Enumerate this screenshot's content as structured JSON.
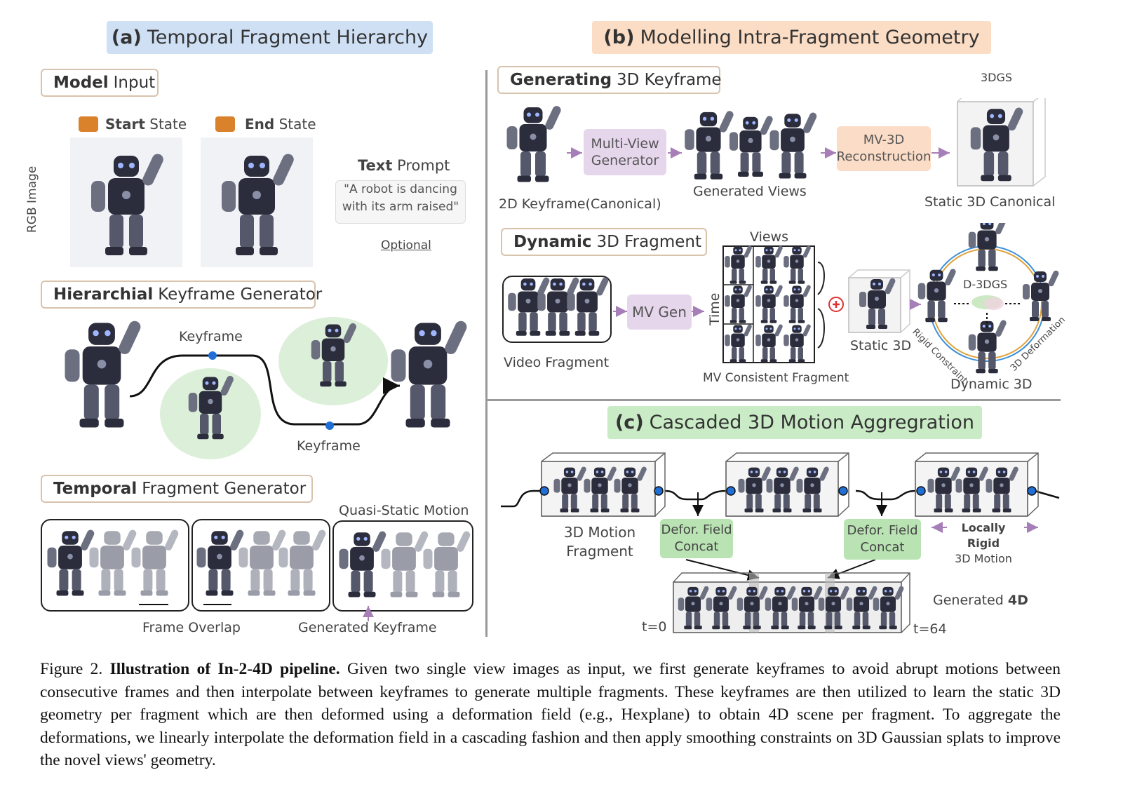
{
  "section_a": {
    "title_bold": "(a)",
    "title_rest": "Temporal Fragment Hierarchy",
    "model_input_bold": "Model",
    "model_input_rest": "Input",
    "start_state_bold": "Start",
    "start_state_rest": "State",
    "end_state_bold": "End",
    "end_state_rest": "State",
    "rgb_image": "RGB Image",
    "text_prompt_bold": "Text",
    "text_prompt_rest": "Prompt",
    "prompt_line1": "\"A robot is dancing",
    "prompt_line2": "with its arm raised\"",
    "optional": "Optional",
    "hier_bold": "Hierarchial",
    "hier_rest": "Keyframe Generator",
    "keyframe_top": "Keyframe",
    "keyframe_bottom": "Keyframe",
    "temporal_bold": "Temporal",
    "temporal_rest": "Fragment Generator",
    "quasi_static": "Quasi-Static Motion",
    "frame_overlap": "Frame Overlap",
    "generated_keyframe": "Generated Keyframe"
  },
  "section_b": {
    "title_bold": "(b)",
    "title_rest": "Modelling Intra-Fragment Geometry",
    "gen3d_bold": "Generating",
    "gen3d_rest": "3D Keyframe",
    "keyframe_2d": "2D Keyframe(Canonical)",
    "mv_gen_line1": "Multi-View",
    "mv_gen_line2": "Generator",
    "generated_views": "Generated Views",
    "mv3d_line1": "MV-3D",
    "mv3d_line2": "Reconstruction",
    "three_dgs": "3DGS",
    "static_canonical": "Static 3D Canonical",
    "dyn_bold": "Dynamic",
    "dyn_rest": "3D Fragment",
    "video_fragment": "Video Fragment",
    "mv_gen_short": "MV Gen",
    "views": "Views",
    "time": "Time",
    "mv_consistent": "MV Consistent Fragment",
    "static_3d": "Static 3D",
    "d3dgs": "D-3DGS",
    "rigid_constraint": "Rigid Constraint",
    "deformation_3d": "3D Deformation",
    "dynamic_3d": "Dynamic 3D"
  },
  "section_c": {
    "title_bold": "(c)",
    "title_rest": "Cascaded 3D Motion Aggregration",
    "motion_fragment_line1": "3D Motion",
    "motion_fragment_line2": "Fragment",
    "defor_line1": "Defor. Field",
    "defor_line2": "Concat",
    "defor2_line1": "Defor. Field",
    "defor2_line2": "Concat",
    "locally_rigid_line1": "Locally Rigid",
    "locally_rigid_line2": "3D Motion",
    "generated_4d_rest": "Generated",
    "generated_4d_bold": "4D",
    "t0": "t=0",
    "t64": "t=64"
  },
  "caption": {
    "label": "Figure 2.",
    "bold": "Illustration of In-2-4D pipeline.",
    "text": "Given two single view images as input, we first generate keyframes to avoid abrupt motions between consecutive frames and then interpolate between keyframes to generate multiple fragments. These keyframes are then utilized to learn the static 3D geometry per fragment which are then deformed using a deformation field (e.g., Hexplane) to obtain 4D scene per fragment. To aggregate the deformations, we linearly interpolate the deformation field in a cascading fashion and then apply smoothing constraints on 3D Gaussian splats to improve the novel views' geometry."
  },
  "colors": {
    "title_a_bg": "#cfe0f5",
    "title_b_bg": "#fbdcc4",
    "title_c_bg": "#c9ebc6",
    "purple_box": "#e6d6ec",
    "orange_box": "#fbdcc6",
    "green_box": "#b9e3b3",
    "arrow_purple": "#a77fb8",
    "robot_dark": "#2b2d3d",
    "keyframe_dot": "#1f6fd6"
  }
}
